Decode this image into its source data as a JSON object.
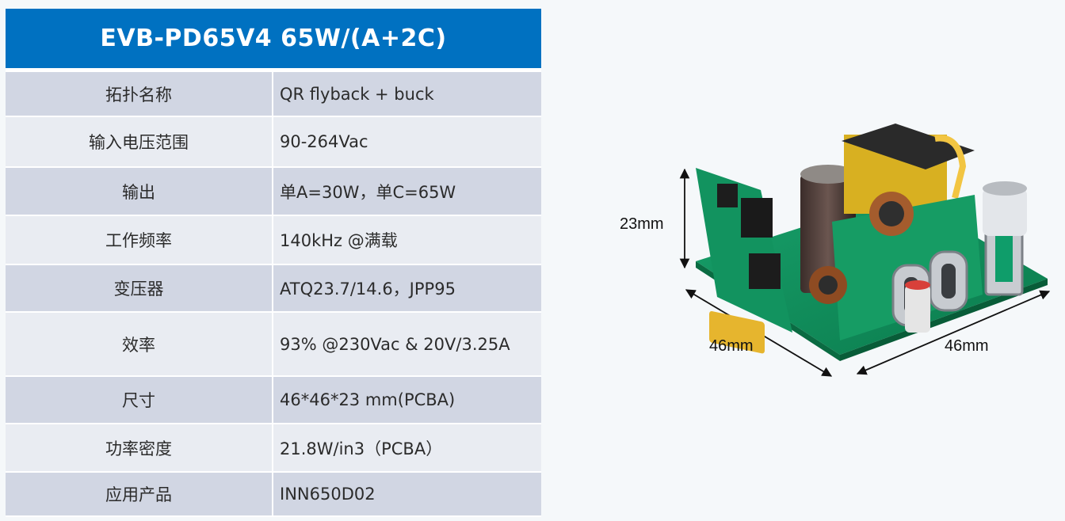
{
  "title": "EVB-PD65V4 65W/(A+2C)",
  "specs": [
    {
      "label": "拓扑名称",
      "value": "QR flyback + buck"
    },
    {
      "label": "输入电压范围",
      "value": "90-264Vac"
    },
    {
      "label": "输出",
      "value": "单A=30W，单C=65W"
    },
    {
      "label": "工作频率",
      "value": "140kHz @满载"
    },
    {
      "label": "变压器",
      "value": "ATQ23.7/14.6，JPP95"
    },
    {
      "label": "效率",
      "value": "93% @230Vac & 20V/3.25A"
    },
    {
      "label": "尺寸",
      "value": "46*46*23 mm(PCBA)"
    },
    {
      "label": "功率密度",
      "value": "21.8W/in3（PCBA）"
    },
    {
      "label": "应用产品",
      "value": "INN650D02"
    }
  ],
  "dimensions": {
    "height": "23mm",
    "depth": "46mm",
    "width": "46mm"
  },
  "colors": {
    "header_bg": "#0071c1",
    "row_dark": "#d1d6e3",
    "row_light": "#e9ecf2",
    "pcb_green": "#0f8a5a"
  }
}
